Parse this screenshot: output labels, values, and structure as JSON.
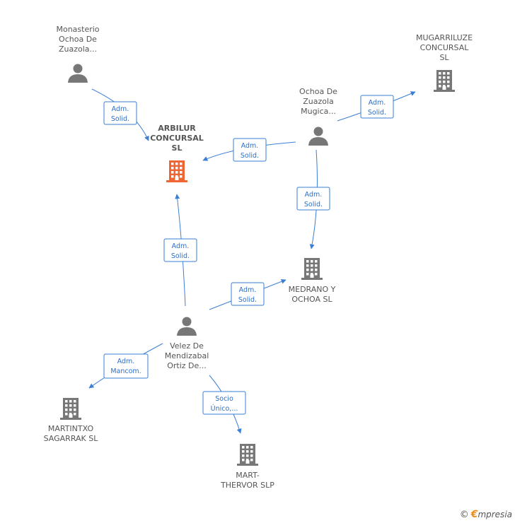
{
  "nodes": [
    {
      "id": "arbilur",
      "type": "company",
      "main": true,
      "label": [
        "ARBILUR",
        "CONCURSAL",
        "SL"
      ]
    },
    {
      "id": "monasterio",
      "type": "person",
      "label": [
        "Monasterio",
        "Ochoa De",
        "Zuazola..."
      ]
    },
    {
      "id": "ochoa",
      "type": "person",
      "label": [
        "Ochoa De",
        "Zuazola",
        "Mugica..."
      ]
    },
    {
      "id": "mugarriluze",
      "type": "company",
      "label": [
        "MUGARRILUZE",
        "CONCURSAL",
        "SL"
      ]
    },
    {
      "id": "medrano",
      "type": "company",
      "label": [
        "MEDRANO Y",
        "OCHOA SL"
      ]
    },
    {
      "id": "velez",
      "type": "person",
      "label": [
        "Velez De",
        "Mendizabal",
        "Ortiz De..."
      ]
    },
    {
      "id": "martintxo",
      "type": "company",
      "label": [
        "MARTINTXO",
        "SAGARRAK SL"
      ]
    },
    {
      "id": "mart",
      "type": "company",
      "label": [
        "MART-",
        "THERVOR  SLP"
      ]
    }
  ],
  "edges": [
    {
      "id": "e1",
      "from": "monasterio",
      "to": "arbilur",
      "label": [
        "Adm.",
        "Solid."
      ]
    },
    {
      "id": "e2",
      "from": "ochoa",
      "to": "arbilur",
      "label": [
        "Adm.",
        "Solid."
      ]
    },
    {
      "id": "e3",
      "from": "ochoa",
      "to": "mugarriluze",
      "label": [
        "Adm.",
        "Solid."
      ]
    },
    {
      "id": "e4",
      "from": "ochoa",
      "to": "medrano",
      "label": [
        "Adm.",
        "Solid."
      ]
    },
    {
      "id": "e5",
      "from": "velez",
      "to": "arbilur",
      "label": [
        "Adm.",
        "Solid."
      ]
    },
    {
      "id": "e6",
      "from": "velez",
      "to": "medrano",
      "label": [
        "Adm.",
        "Solid."
      ]
    },
    {
      "id": "e7",
      "from": "velez",
      "to": "martintxo",
      "label": [
        "Adm.",
        "Mancom."
      ]
    },
    {
      "id": "e8",
      "from": "velez",
      "to": "mart",
      "label": [
        "Socio",
        "Único,..."
      ]
    }
  ],
  "footer": {
    "copyright": "©",
    "brand_first": "€",
    "brand_rest": "mpresia"
  },
  "colors": {
    "main_company": "#ee6633",
    "node": "#777777",
    "edge": "#3a7fd5",
    "text": "#555555"
  }
}
